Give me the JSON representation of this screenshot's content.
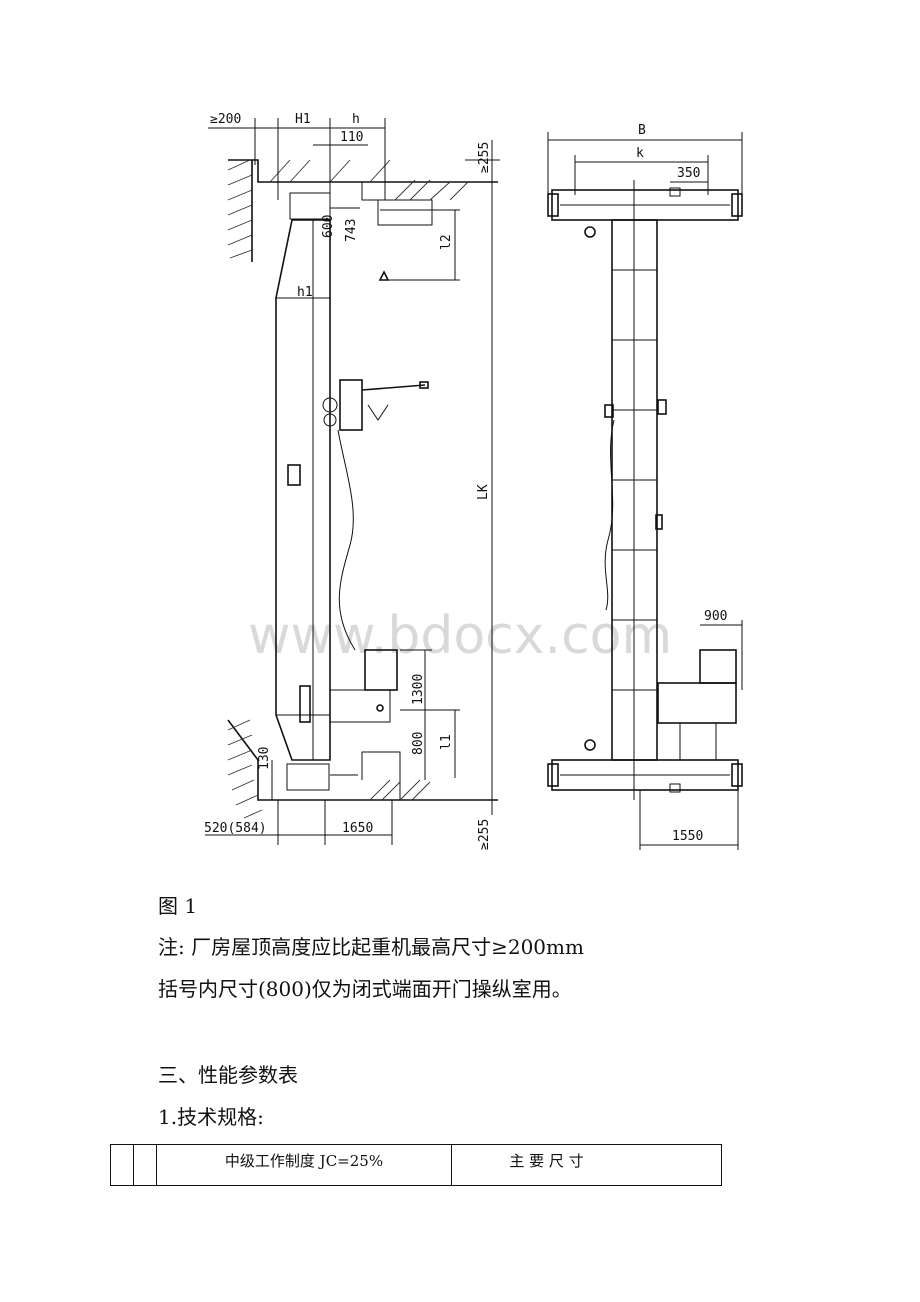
{
  "drawing": {
    "left_view": {
      "dims": [
        "≥200",
        "H1",
        "h",
        "110",
        "≥255",
        "600",
        "743",
        "l2",
        "h1",
        "LK",
        "1300",
        "800",
        "l1",
        "130",
        "520(584)",
        "1650",
        "≥255"
      ]
    },
    "right_view": {
      "dims": [
        "B",
        "k",
        "350",
        "900",
        "1550"
      ]
    },
    "watermark": "www.bdocx.com"
  },
  "figure_label": "图 1",
  "note_line1": "注: 厂房屋顶高度应比起重机最高尺寸≥200mm",
  "note_line2": "括号内尺寸(800)仅为闭式端面开门操纵室用。",
  "section_title": "三、性能参数表",
  "sub_title": "1.技术规格:",
  "table": {
    "col1": "",
    "col2": "",
    "col3": "中级工作制度 JC=25%",
    "col4": "主 要 尺 寸"
  }
}
